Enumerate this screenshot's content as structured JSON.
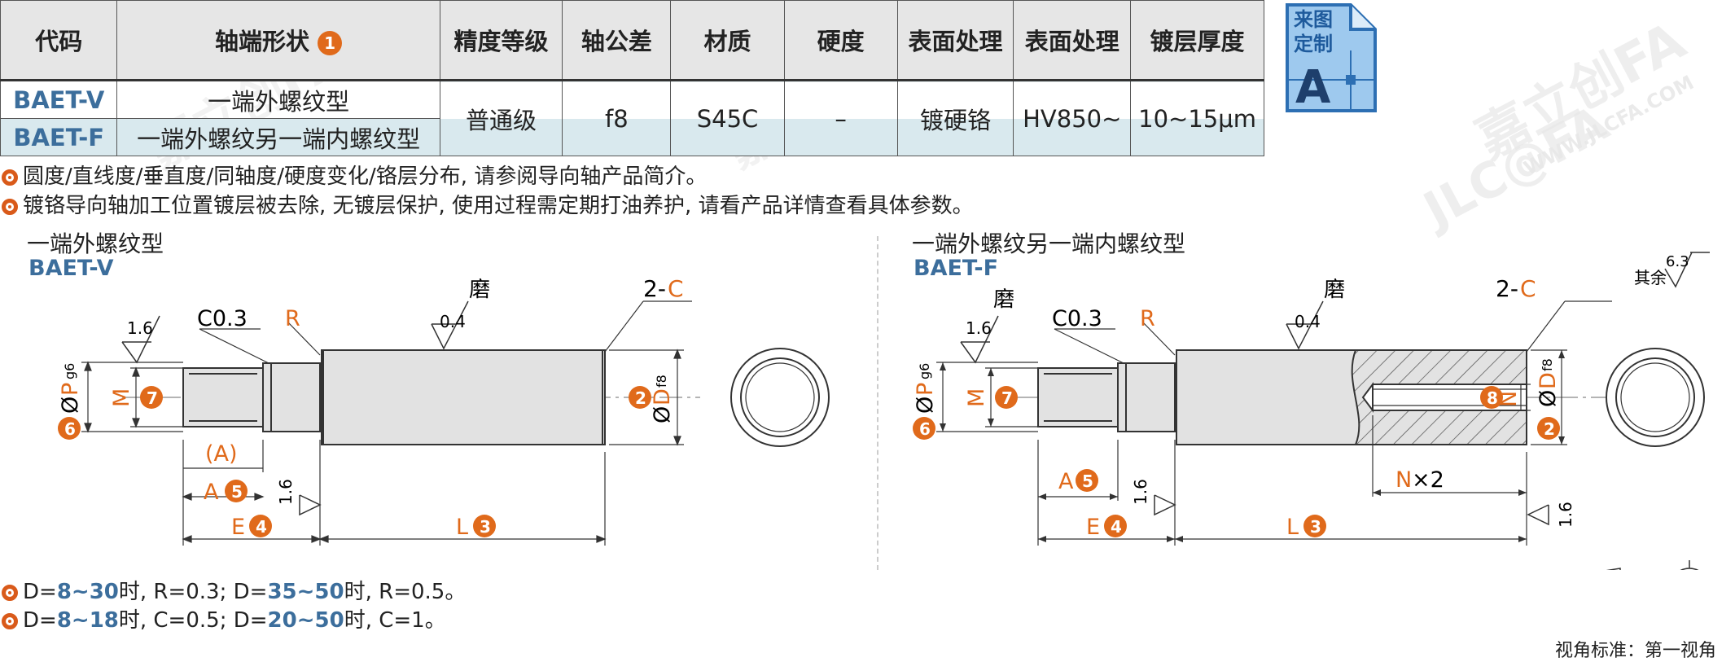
{
  "table": {
    "headers": [
      "代码",
      "轴端形状",
      "精度等级",
      "轴公差",
      "材质",
      "硬度",
      "表面处理",
      "表面处理",
      "镀层厚度"
    ],
    "header_badge": "1",
    "rows": [
      {
        "code": "BAET-V",
        "shape": "一端外螺纹型"
      },
      {
        "code": "BAET-F",
        "shape": "一端外螺纹另一端内螺纹型"
      }
    ],
    "shared": {
      "precision": "普通级",
      "tolerance": "f8",
      "material": "S45C",
      "hardness": "–",
      "surface1": "镀硬铬",
      "surface2": "HV850~",
      "thickness": "10~15μm"
    }
  },
  "custom_badge": {
    "line1": "来图",
    "line2": "定制",
    "letter": "A"
  },
  "notes_top": [
    "圆度/直线度/垂直度/同轴度/硬度变化/铬层分布, 请参阅导向轴产品简介。",
    "镀铬导向轴加工位置镀层被去除, 无镀层保护, 使用过程需定期打油养护, 请看产品详情查看具体参数。"
  ],
  "left_drawing": {
    "title": "一端外螺纹型",
    "code": "BAET-V",
    "labels": {
      "grind": "磨",
      "c03": "C0.3",
      "r": "R",
      "two_c_prefix": "2-",
      "c": "C",
      "ra16": "1.6",
      "ra04": "0.4",
      "phi": "Ø",
      "p": "P",
      "g6": "g6",
      "m": "M",
      "d": "D",
      "f8": "f8",
      "a_paren": "(A)",
      "a": "A",
      "e": "E",
      "l": "L",
      "b2": "2",
      "b3": "3",
      "b4": "4",
      "b5": "5",
      "b6": "6",
      "b7": "7"
    }
  },
  "right_drawing": {
    "title": "一端外螺纹另一端内螺纹型",
    "code": "BAET-F",
    "labels": {
      "grind": "磨",
      "c03": "C0.3",
      "r": "R",
      "two_c_prefix": "2-",
      "c": "C",
      "ra16": "1.6",
      "ra04": "0.4",
      "phi": "Ø",
      "p": "P",
      "g6": "g6",
      "m": "M",
      "d": "D",
      "f8": "f8",
      "n": "N",
      "nx2": "×2",
      "a": "A",
      "e": "E",
      "l": "L",
      "b2": "2",
      "b3": "3",
      "b4": "4",
      "b5": "5",
      "b6": "6",
      "b7": "7",
      "b8": "8"
    }
  },
  "roughness_note": {
    "prefix": "其余",
    "value": "6.3"
  },
  "notes_bottom": [
    {
      "p1": "D=",
      "h1": "8~30",
      "p2": "时, R=0.3; D=",
      "h2": "35~50",
      "p3": "时, R=0.5。"
    },
    {
      "p1": "D=",
      "h1": "8~18",
      "p2": "时, C=0.5; D=",
      "h2": "20~50",
      "p3": "时, C=1。"
    }
  ],
  "view_standard": "视角标准：第一视角",
  "watermarks": [
    "嘉立创FA",
    "WWW.JLCFA.COM",
    "JLC@FA"
  ],
  "colors": {
    "accent_orange": "#e06a1b",
    "accent_blue": "#3c6e9c",
    "row_highlight": "#d9e9ee"
  }
}
